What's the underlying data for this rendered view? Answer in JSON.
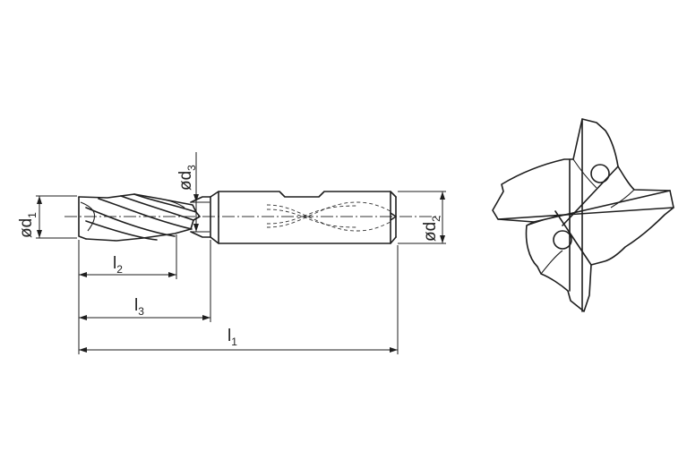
{
  "dimensions": {
    "d1": {
      "symbol": "ød",
      "subscript": "1"
    },
    "d2": {
      "symbol": "ød",
      "subscript": "2"
    },
    "d3": {
      "symbol": "ød",
      "subscript": "3"
    },
    "l1": {
      "symbol": "l",
      "subscript": "1"
    },
    "l2": {
      "symbol": "l",
      "subscript": "2"
    },
    "l3": {
      "symbol": "l",
      "subscript": "3"
    }
  },
  "colors": {
    "line": "#1e1e1e",
    "background": "#ffffff"
  }
}
